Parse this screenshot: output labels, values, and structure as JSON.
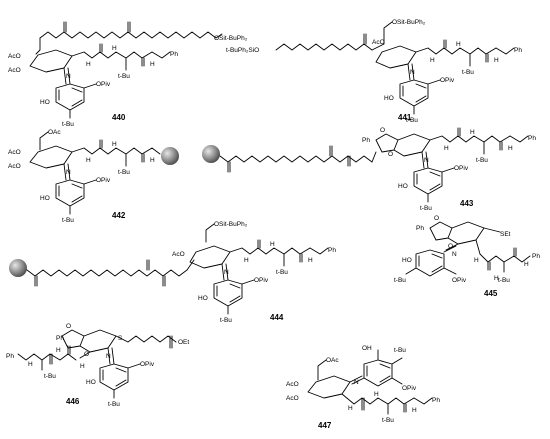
{
  "compounds": [
    {
      "number": "440",
      "labels": {
        "osi": "OSit-BuPh₂",
        "ac1": "AcO",
        "ac2": "AcO",
        "n": "N",
        "h1": "H",
        "h2": "H",
        "h3": "H",
        "tbu1": "t-Bu",
        "ph": "Ph",
        "ho": "HO",
        "opiv": "OPiv",
        "tbu2": "t-Bu"
      }
    },
    {
      "number": "441",
      "labels": {
        "osi": "OSit-BuPh₂",
        "si": "t-BuPh₂SiO",
        "ac1": "AcO",
        "n": "N",
        "h1": "H",
        "h2": "H",
        "h3": "H",
        "tbu1": "t-Bu",
        "ph": "Ph",
        "ho": "HO",
        "opiv": "OPiv",
        "tbu2": "t-Bu"
      }
    },
    {
      "number": "442",
      "labels": {
        "oac": "OAc",
        "ac1": "AcO",
        "ac2": "AcO",
        "n": "N",
        "h1": "H",
        "h2": "H",
        "h3": "H",
        "tbu1": "t-Bu",
        "ho": "HO",
        "opiv": "OPiv",
        "tbu2": "t-Bu"
      }
    },
    {
      "number": "443",
      "labels": {
        "ph": "Ph",
        "o1": "O",
        "o2": "O",
        "n": "N",
        "h1": "H",
        "h2": "H",
        "h3": "H",
        "tbu1": "t-Bu",
        "ph2": "Ph",
        "ho": "HO",
        "opiv": "OPiv",
        "tbu2": "t-Bu"
      }
    },
    {
      "number": "444",
      "labels": {
        "osi": "OSit-BuPh₂",
        "ac1": "AcO",
        "n": "N",
        "h1": "H",
        "h2": "H",
        "h3": "H",
        "tbu1": "t-Bu",
        "ph": "Ph",
        "ho": "HO",
        "opiv": "OPiv",
        "tbu2": "t-Bu"
      }
    },
    {
      "number": "445",
      "labels": {
        "ph": "Ph",
        "o1": "O",
        "o2": "O",
        "set": "SEt",
        "n": "N",
        "h1": "H",
        "h2": "H",
        "h3": "H",
        "tbu1": "t-Bu",
        "ph2": "Ph",
        "ho": "HO",
        "opiv": "OPiv",
        "tbu2": "t-Bu"
      }
    },
    {
      "number": "446",
      "labels": {
        "ph": "Ph",
        "o1": "O",
        "o2": "O",
        "s": "S",
        "oet": "OEt",
        "n": "N",
        "h1": "H",
        "h2": "H",
        "h3": "H",
        "tbu1": "t-Bu",
        "ph2": "Ph",
        "ho": "HO",
        "opiv": "OPiv",
        "tbu2": "t-Bu"
      }
    },
    {
      "number": "447",
      "labels": {
        "oac": "OAc",
        "ac1": "AcO",
        "ac2": "AcO",
        "n": "N",
        "h1": "H",
        "h2": "H",
        "h3": "H",
        "tbu1": "t-Bu",
        "ph": "Ph",
        "oh": "OH",
        "opiv": "OPiv",
        "tbu2": "t-Bu"
      }
    }
  ]
}
